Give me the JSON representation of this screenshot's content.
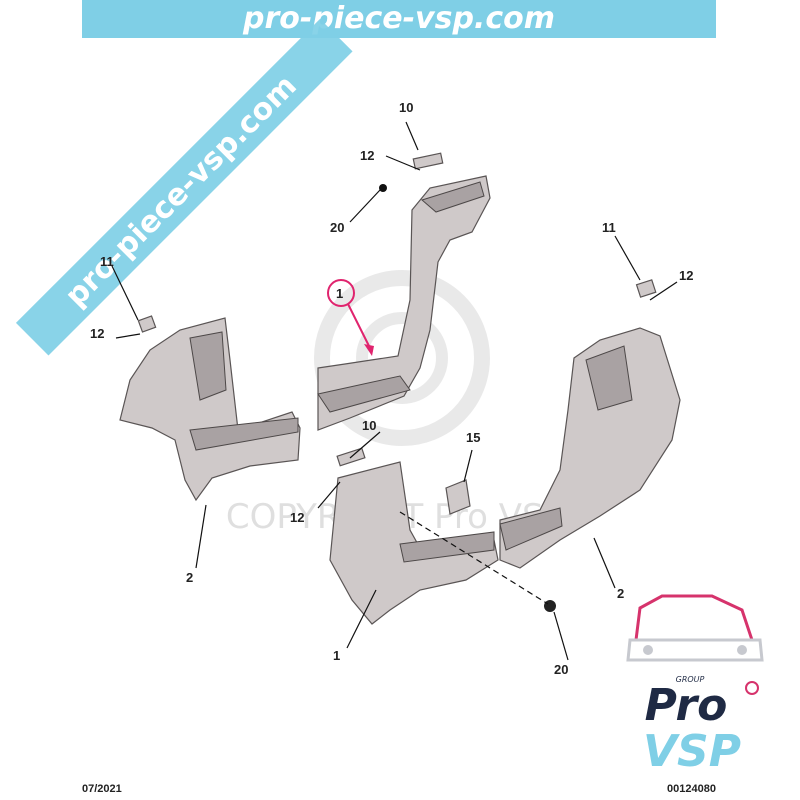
{
  "banner": {
    "text": "pro-piece-vsp.com",
    "bg_color": "#7fcfe6"
  },
  "diagonal_watermark": {
    "text": "pro-piece-vsp.com",
    "bg_color": "#7fcfe6"
  },
  "copyright_watermark": {
    "text": "COPYRIGHT Pro VSP"
  },
  "callouts": {
    "c10_top": "10",
    "c12_top": "12",
    "c20_top": "20",
    "c1_top": "1",
    "c11_left": "11",
    "c12_left": "12",
    "c2_left": "2",
    "c11_right": "11",
    "c12_right": "12",
    "c2_right": "2",
    "c10_mid": "10",
    "c12_mid": "12",
    "c15": "15",
    "c1_bottom": "1",
    "c20_bottom": "20"
  },
  "logo": {
    "group": "GROUP",
    "pro": "Pro",
    "vsp": "VSP",
    "accent_color": "#d6336c",
    "brand_color": "#1f2a44",
    "vsp_color": "#7fcfe6"
  },
  "footer": {
    "date": "07/2021",
    "ref": "00124080"
  },
  "highlight_color": "#e0246e"
}
